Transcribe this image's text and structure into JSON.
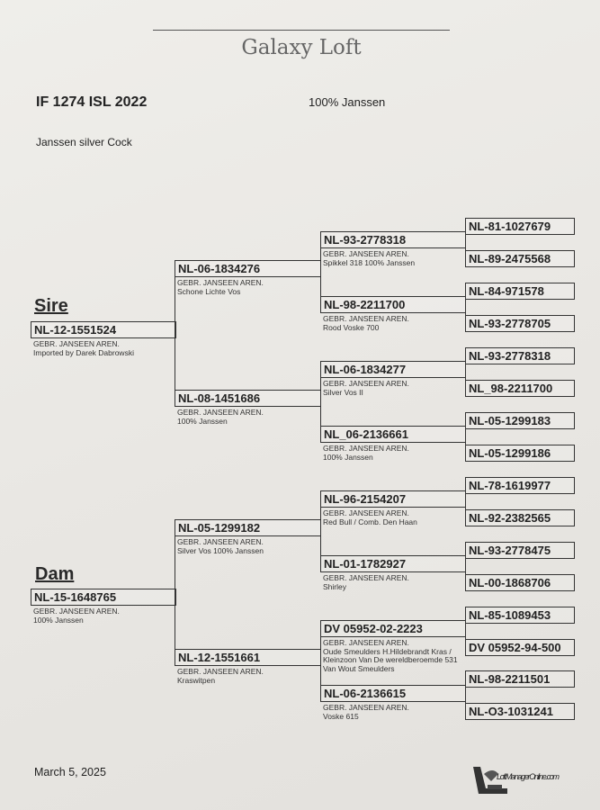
{
  "header": {
    "title": "Galaxy Loft",
    "ring": "IF 1274 ISL 2022",
    "strain": "100% Janssen",
    "description": "Janssen silver Cock"
  },
  "sire_label": "Sire",
  "dam_label": "Dam",
  "generation1": [
    {
      "ring": "NL-12-1551524",
      "breeder": "GEBR. JANSEEN AREN.",
      "note": "Imported by Darek Dabrowski"
    },
    {
      "ring": "NL-15-1648765",
      "breeder": "GEBR. JANSEEN AREN.",
      "note": "100% Janssen"
    }
  ],
  "generation2": [
    {
      "ring": "NL-06-1834276",
      "breeder": "GEBR. JANSEEN AREN.",
      "note": "Schone Lichte Vos"
    },
    {
      "ring": "NL-08-1451686",
      "breeder": "GEBR. JANSEEN AREN.",
      "note": "100% Janssen"
    },
    {
      "ring": "NL-05-1299182",
      "breeder": "GEBR. JANSEEN AREN.",
      "note": "Silver Vos 100% Janssen"
    },
    {
      "ring": "NL-12-1551661",
      "breeder": "GEBR. JANSEEN AREN.",
      "note": "Kraswitpen"
    }
  ],
  "generation3": [
    {
      "ring": "NL-93-2778318",
      "breeder": "GEBR. JANSEEN AREN.",
      "note": "Spikkel 318 100% Janssen"
    },
    {
      "ring": "NL-98-2211700",
      "breeder": "GEBR. JANSEEN AREN.",
      "note": "Rood Voske 700"
    },
    {
      "ring": "NL-06-1834277",
      "breeder": "GEBR. JANSEEN AREN.",
      "note": "Silver Vos II"
    },
    {
      "ring": "NL_06-2136661",
      "breeder": "GEBR. JANSEEN AREN.",
      "note": "100% Janssen"
    },
    {
      "ring": "NL-96-2154207",
      "breeder": "GEBR. JANSEEN AREN.",
      "note": "Red Bull / Comb. Den Haan"
    },
    {
      "ring": "NL-01-1782927",
      "breeder": "GEBR. JANSEEN AREN.",
      "note": "Shirley"
    },
    {
      "ring": "DV 05952-02-2223",
      "breeder": "GEBR. JANSEEN AREN.",
      "note": "Oude Smeulders H.Hildebrandt Kras / Kleinzoon Van De wereldberoemde 531 Van Wout Smeulders"
    },
    {
      "ring": "NL-06-2136615",
      "breeder": "GEBR. JANSEEN AREN.",
      "note": "Voske 615"
    }
  ],
  "generation4": [
    "NL-81-1027679",
    "NL-89-2475568",
    "NL-84-971578",
    "NL-93-2778705",
    "NL-93-2778318",
    "NL_98-2211700",
    "NL-05-1299183",
    "NL-05-1299186",
    "NL-78-1619977",
    "NL-92-2382565",
    "NL-93-2778475",
    "NL-00-1868706",
    "NL-85-1089453",
    "DV 05952-94-500",
    "NL-98-2211501",
    "NL-O3-1031241"
  ],
  "footer": {
    "date": "March  5, 2025",
    "logo_text": "LoftManagerOnline.com"
  }
}
